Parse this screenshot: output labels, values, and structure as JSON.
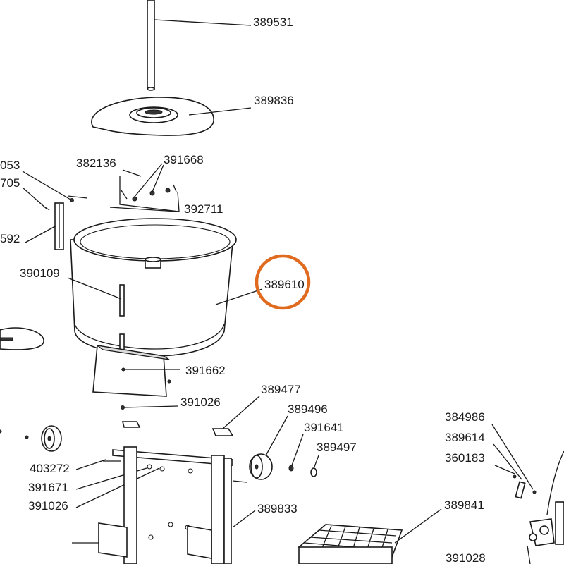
{
  "highlight_color": "#e06a1e",
  "highlighted_part": "389610",
  "labels": {
    "p389531": "389531",
    "p389836": "389836",
    "p053": "053",
    "p705": "705",
    "p382136": "382136",
    "p391668": "391668",
    "p392711": "392711",
    "p592": "592",
    "p390109": "390109",
    "p389610": "389610",
    "p391662": "391662",
    "p391026a": "391026",
    "p389477": "389477",
    "p389496": "389496",
    "p391641": "391641",
    "p389497": "389497",
    "p403272": "403272",
    "p391671": "391671",
    "p391026b": "391026",
    "p389833": "389833",
    "p389841": "389841",
    "p384986": "384986",
    "p389614": "389614",
    "p360183": "360183",
    "p391028": "391028"
  }
}
